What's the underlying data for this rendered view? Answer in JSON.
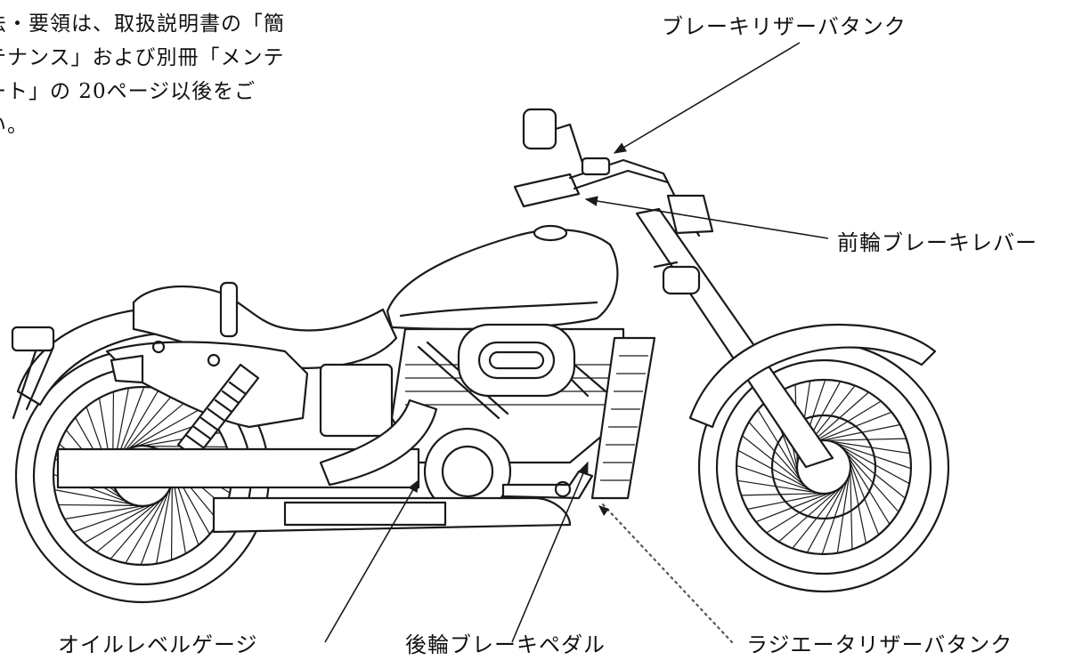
{
  "intro_text": {
    "lines": [
      "法・要領は、取扱説明書の「簡",
      "テナンス」および別冊「メンテ",
      "ート」の 20ページ以後をご",
      "い。"
    ]
  },
  "labels": {
    "brake_reservoir": "ブレーキリザーバタンク",
    "front_brake_lever": "前輪ブレーキレバー",
    "oil_level_gauge": "オイルレベルゲージ",
    "rear_brake_pedal": "後輪ブレーキペダル",
    "radiator_reservoir": "ラジエータリザーバタンク"
  }
}
